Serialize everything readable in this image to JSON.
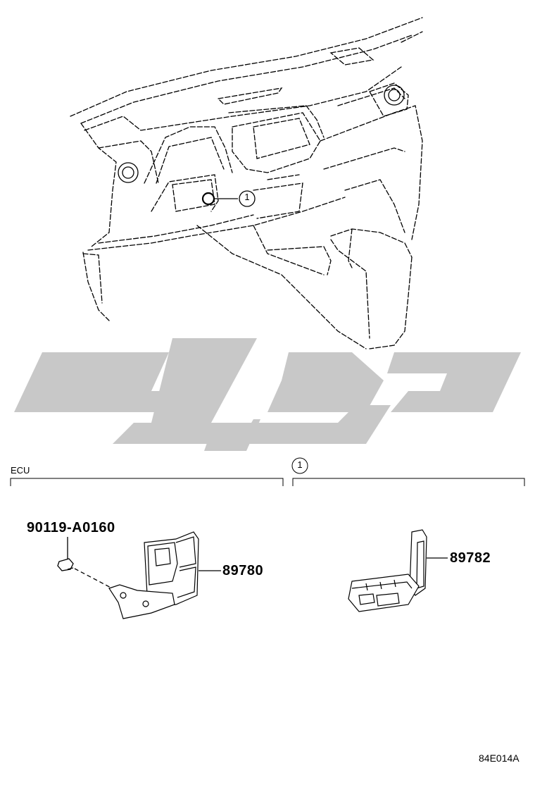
{
  "section_ecu": {
    "label": "ECU"
  },
  "callout": {
    "number": "1"
  },
  "parts": {
    "bolt": "90119-A0160",
    "bracket": "89780",
    "ecu": "89782"
  },
  "diagram_code": "84E014A",
  "watermark": {
    "text": "تویوتا",
    "color": "#c8c8c8"
  }
}
